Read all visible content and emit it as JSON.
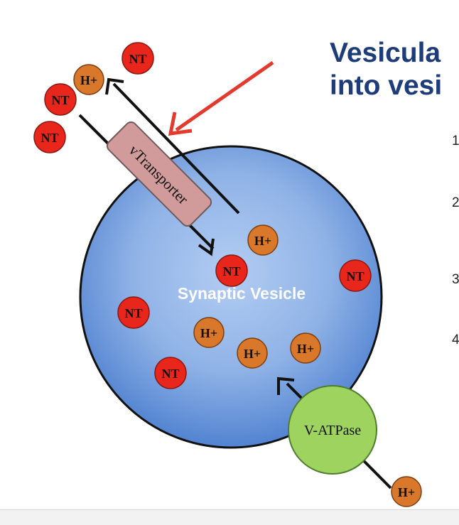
{
  "slide": {
    "title_line1": "Vesicula",
    "title_line2": "into vesi",
    "step_numbers": [
      "1",
      "2",
      "3",
      "4"
    ]
  },
  "diagram": {
    "vesicle_label": "Synaptic Vesicle",
    "transporter_label": "vTransporter",
    "pump_label": "V-ATPase",
    "nt_label": "NT",
    "proton_label": "H+"
  },
  "colors": {
    "title": "#1f3c7a",
    "nt": "#e8261b",
    "proton": "#d9772a",
    "vesicle_outer": "#4d7fcf",
    "vesicle_inner": "#a6c4ef",
    "transporter": "#d19b9b",
    "pump": "#9fd360",
    "red_arrow": "#e43a2d"
  }
}
